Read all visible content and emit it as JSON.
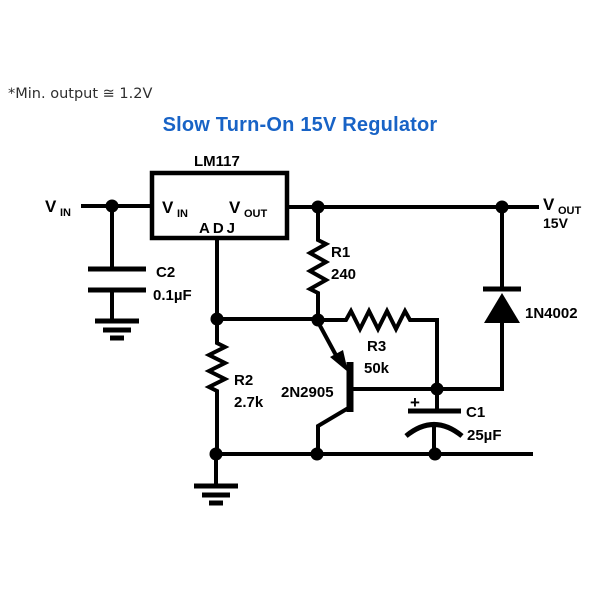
{
  "note": "*Min. output ≅ 1.2V",
  "title": "Slow Turn-On 15V Regulator",
  "colors": {
    "title_blue": "#1863c6",
    "ink": "#000000",
    "background": "#ffffff"
  },
  "ic": {
    "name": "LM117",
    "pin_vin": {
      "v": "V",
      "sub": "IN"
    },
    "pin_vout": {
      "v": "V",
      "sub": "OUT"
    },
    "pin_adj": "ADJ"
  },
  "terminals": {
    "input": {
      "v": "V",
      "sub": "IN"
    },
    "output": {
      "v": "V",
      "sub": "OUT",
      "voltage": "15V"
    }
  },
  "components": {
    "c2": {
      "ref": "C2",
      "value": "0.1µF"
    },
    "r1": {
      "ref": "R1",
      "value": "240"
    },
    "r2": {
      "ref": "R2",
      "value": "2.7k"
    },
    "r3": {
      "ref": "R3",
      "value": "50k"
    },
    "q1": {
      "ref": "2N2905"
    },
    "d1": {
      "ref": "1N4002"
    },
    "c1": {
      "ref": "C1",
      "value": "25µF",
      "polarity": "+"
    }
  }
}
